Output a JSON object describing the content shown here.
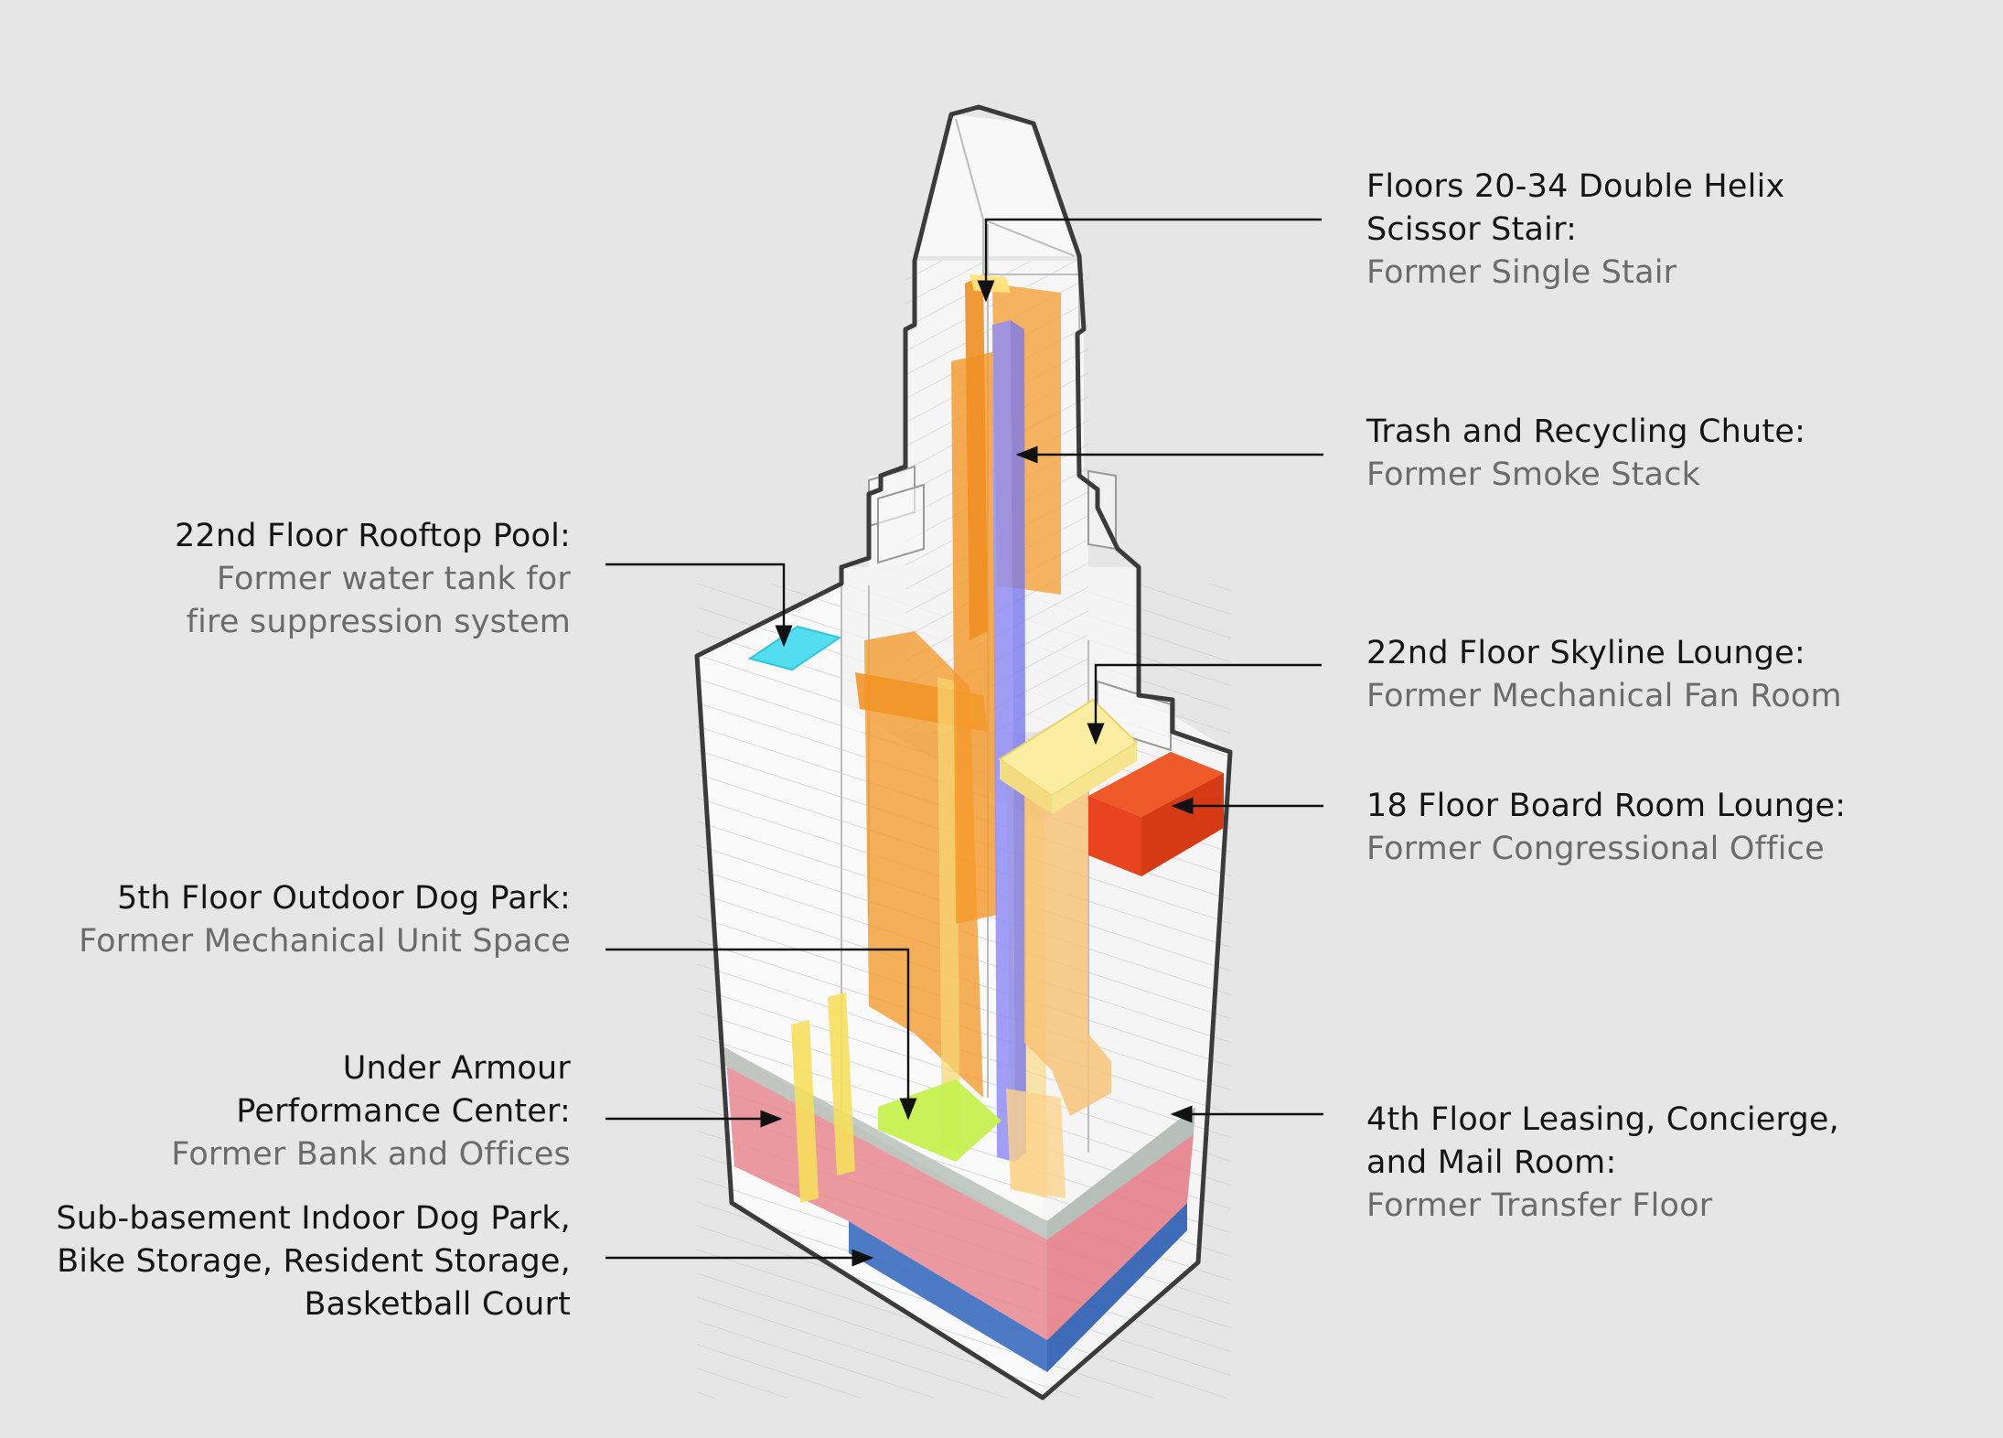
{
  "colors": {
    "background": "#e6e6e6",
    "outline": "#3b3b3b",
    "stair_orange": "#f49a2c",
    "chute_blue": "#8f8df5",
    "lounge_yellow": "#fbeea2",
    "boardroom_red": "#e8441d",
    "pool_cyan": "#52def0",
    "dogpark_green": "#c6f04f",
    "retail_pink": "#e88b93",
    "transfer_gray": "#bfc7c2",
    "basement_blue": "#3e6fc0"
  },
  "annotations": [
    {
      "id": "stair",
      "title": [
        "Floors 20-34 Double Helix",
        "Scissor Stair:"
      ],
      "subtitle": [
        "Former Single Stair"
      ]
    },
    {
      "id": "chute",
      "title": [
        "Trash and Recycling Chute:"
      ],
      "subtitle": [
        "Former Smoke Stack"
      ]
    },
    {
      "id": "pool",
      "title": [
        "22nd Floor Rooftop Pool:"
      ],
      "subtitle": [
        "Former water tank for",
        "fire suppression system"
      ]
    },
    {
      "id": "skyline",
      "title": [
        "22nd Floor Skyline Lounge:"
      ],
      "subtitle": [
        "Former Mechanical Fan Room"
      ]
    },
    {
      "id": "boardroom",
      "title": [
        "18 Floor Board Room Lounge:"
      ],
      "subtitle": [
        "Former Congressional Office"
      ]
    },
    {
      "id": "dogpark",
      "title": [
        "5th Floor Outdoor Dog Park:"
      ],
      "subtitle": [
        "Former Mechanical Unit Space"
      ]
    },
    {
      "id": "underarmour",
      "title": [
        "Under Armour",
        "Performance Center:"
      ],
      "subtitle": [
        "Former Bank and Offices"
      ]
    },
    {
      "id": "leasing",
      "title": [
        "4th Floor Leasing, Concierge,",
        "and Mail Room:"
      ],
      "subtitle": [
        "Former Transfer Floor"
      ]
    },
    {
      "id": "basement",
      "title": [
        "Sub-basement Indoor Dog Park,",
        "Bike Storage, Resident Storage,",
        "Basketball Court"
      ],
      "subtitle": []
    }
  ]
}
